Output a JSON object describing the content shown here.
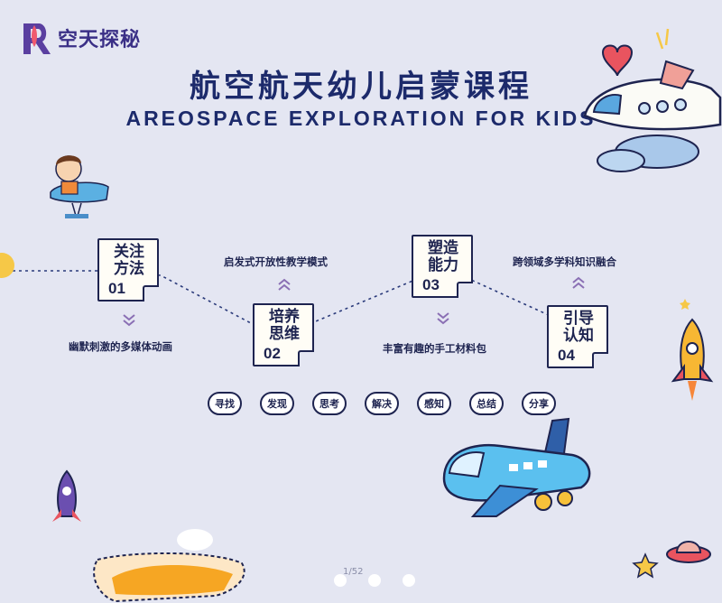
{
  "logo": {
    "text": "空天探秘"
  },
  "title": {
    "cn": "航空航天幼儿启蒙课程",
    "en": "AREOSPACE EXPLORATION FOR KIDS"
  },
  "steps": [
    {
      "label_line1": "关注",
      "label_line2": "方法",
      "number": "01",
      "caption": "幽默刺激的多媒体动画"
    },
    {
      "label_line1": "培养",
      "label_line2": "思维",
      "number": "02",
      "caption": "启发式开放性教学模式"
    },
    {
      "label_line1": "塑造",
      "label_line2": "能力",
      "number": "03",
      "caption": "丰富有趣的手工材料包"
    },
    {
      "label_line1": "引导",
      "label_line2": "认知",
      "number": "04",
      "caption": "跨领域多学科知识融合"
    }
  ],
  "pills": [
    "寻找",
    "发现",
    "思考",
    "解决",
    "感知",
    "总结",
    "分享"
  ],
  "pager": {
    "text": "1/52"
  },
  "colors": {
    "navy": "#1e2450",
    "background": "#e4e6f2",
    "accent_purple": "#3a2f86",
    "arrow": "#8a6fb4"
  },
  "icons": [
    "rocket-logo-icon",
    "airplane-illustration",
    "boy-on-plane-illustration",
    "rocket-illustration",
    "star-icon",
    "ufo-icon"
  ]
}
